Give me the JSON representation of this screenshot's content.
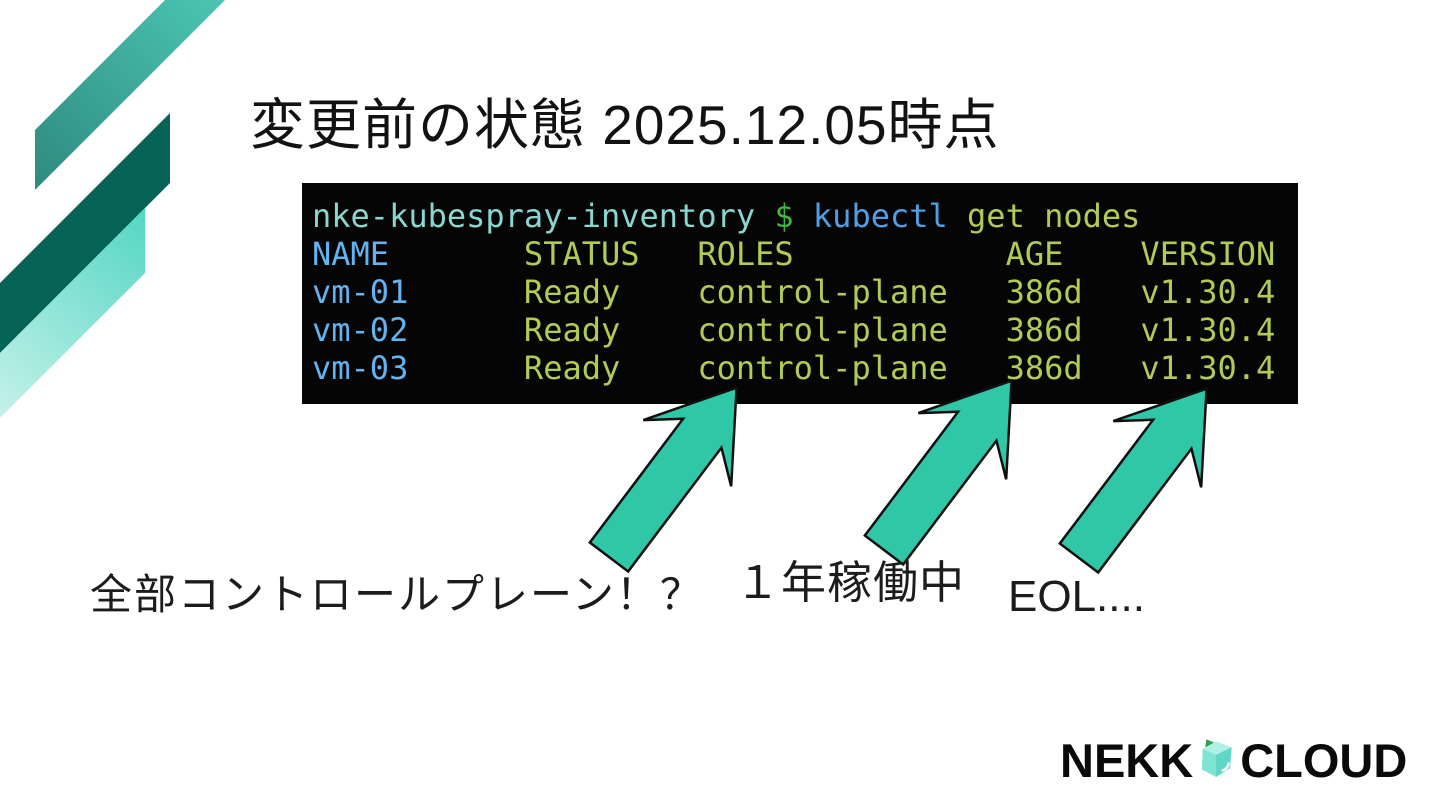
{
  "slide": {
    "title": "変更前の状態 2025.12.05時点"
  },
  "terminal": {
    "prompt": {
      "host": "nke-kubespray-inventory",
      "symbol": "$",
      "command": "kubectl",
      "args": "get nodes"
    },
    "table": {
      "headers": [
        "NAME",
        "STATUS",
        "ROLES",
        "AGE",
        "VERSION"
      ],
      "rows": [
        {
          "name": "vm-01",
          "status": "Ready",
          "roles": "control-plane",
          "age": "386d",
          "version": "v1.30.4"
        },
        {
          "name": "vm-02",
          "status": "Ready",
          "roles": "control-plane",
          "age": "386d",
          "version": "v1.30.4"
        },
        {
          "name": "vm-03",
          "status": "Ready",
          "roles": "control-plane",
          "age": "386d",
          "version": "v1.30.4"
        }
      ]
    },
    "colors": {
      "background": "#050505",
      "host": "#8ad6d0",
      "symbol": "#3fb544",
      "command": "#509fe3",
      "values_green": "#b1cb55",
      "names_blue": "#63b3f0"
    }
  },
  "annotations": {
    "all_control_plane": "全部コントロールプレーン！？",
    "one_year_running": "１年稼働中",
    "eol": "EOL...."
  },
  "logo": {
    "brand_left": "NEKK",
    "brand_right": "CLOUD",
    "icon": "nekko-cube-cat-icon"
  },
  "decor": {
    "arrow_color": "#2fc7a6",
    "stripe_dark": "#046354",
    "stripe_teal_start": "#2e8b7e",
    "stripe_teal_end": "#4cc5b3",
    "stripe_light_start": "#ecfbf8",
    "stripe_light_end": "#55d6c3"
  }
}
